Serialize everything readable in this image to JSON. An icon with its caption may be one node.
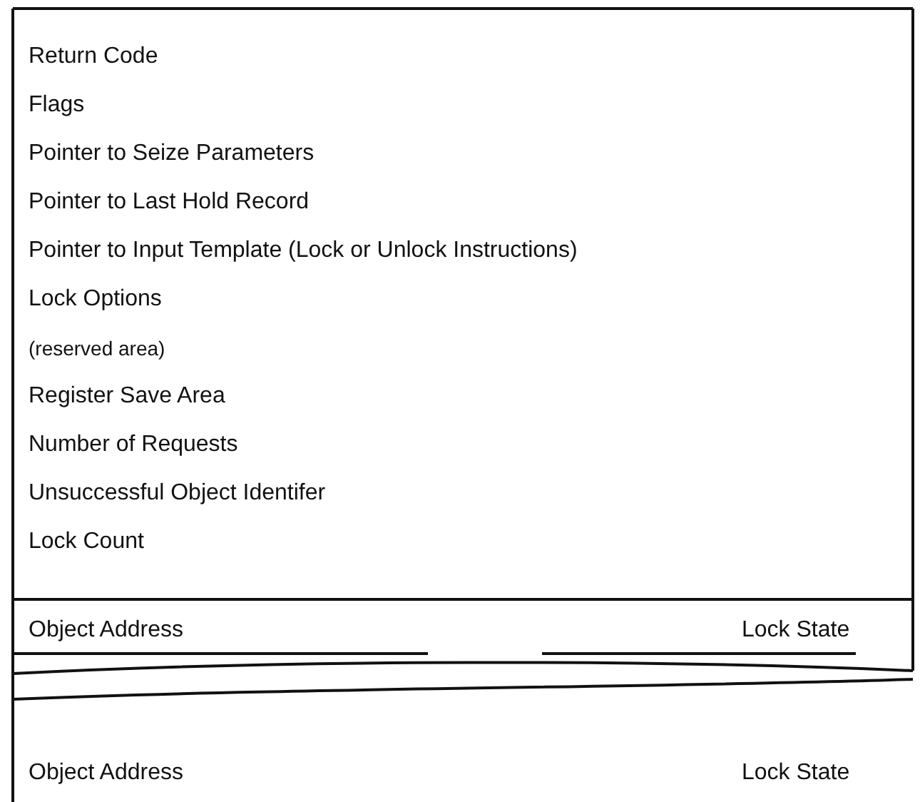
{
  "diagram": {
    "labels": [
      "Return Code",
      "Flags",
      "Pointer to Seize Parameters",
      "Pointer to Last Hold Record",
      "Pointer to Input Template (Lock or Unlock Instructions)",
      "Lock Options",
      "(reserved area)",
      "Register Save Area",
      "Number of Requests",
      "Unsuccessful Object Identifer",
      "Lock Count",
      "Object Address",
      "Lock State",
      "Object Address",
      "Lock State"
    ]
  }
}
